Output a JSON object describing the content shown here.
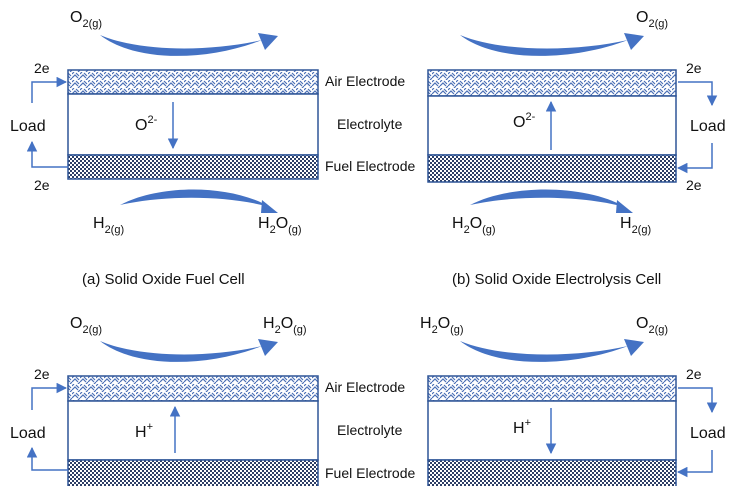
{
  "labels": {
    "air_electrode": "Air Electrode",
    "electrolyte": "Electrolyte",
    "fuel_electrode": "Fuel Electrode",
    "load": "Load",
    "electrons": "2e"
  },
  "captions": {
    "a": "(a) Solid Oxide Fuel Cell",
    "b": "(b) Solid Oxide Electrolysis Cell"
  },
  "species": {
    "o2": {
      "main": "O",
      "sub": "2(g)"
    },
    "h2": {
      "main": "H",
      "sub": "2(g)"
    },
    "h2o": {
      "main": "H",
      "sub2": "2",
      "main2": "O",
      "sub": "(g)"
    },
    "o2_ion": {
      "main": "O",
      "sup": "2-"
    },
    "h_ion": {
      "main": "H",
      "sup": "+"
    }
  },
  "colors": {
    "accent": "#4472C4",
    "border": "#2F5597",
    "electrode_fill": "#9DB5DE"
  }
}
